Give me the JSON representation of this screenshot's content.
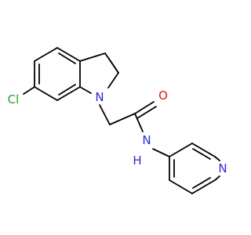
{
  "molecule": {
    "atoms": {
      "chlorine": {
        "label": "Cl",
        "color": "#2ca02c"
      },
      "indole_nitrogen": {
        "label": "N",
        "color": "#2b2bd6"
      },
      "carbonyl_oxygen": {
        "label": "O",
        "color": "#e01414"
      },
      "amide_nitrogen": {
        "label": "N",
        "color": "#2b2bd6"
      },
      "amide_hydrogen": {
        "label": "H",
        "color": "#2b2bd6"
      },
      "pyridine_nitrogen": {
        "label": "N",
        "color": "#2b2bd6"
      }
    },
    "bond_color": "#000000",
    "background_color": "#ffffff"
  }
}
